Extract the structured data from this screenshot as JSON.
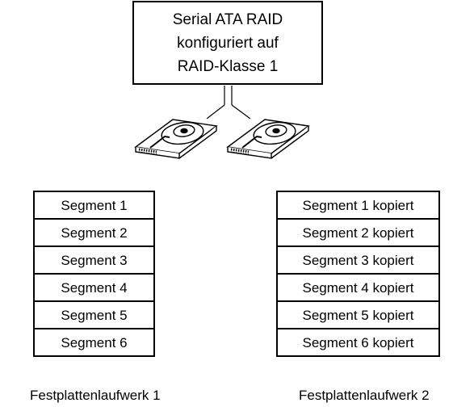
{
  "raid_box": {
    "lines": [
      "Serial ATA RAID",
      "konfiguriert auf",
      "RAID-Klasse 1"
    ]
  },
  "drives": [
    {
      "caption": "Festplattenlaufwerk 1",
      "segments": [
        "Segment 1",
        "Segment 2",
        "Segment 3",
        "Segment 4",
        "Segment 5",
        "Segment 6"
      ]
    },
    {
      "caption": "Festplattenlaufwerk 2",
      "segments": [
        "Segment 1 kopiert",
        "Segment 2 kopiert",
        "Segment 3 kopiert",
        "Segment 4 kopiert",
        "Segment 5 kopiert",
        "Segment 6 kopiert"
      ]
    }
  ],
  "icons": [
    "hard-drive-icon",
    "hard-drive-icon"
  ]
}
